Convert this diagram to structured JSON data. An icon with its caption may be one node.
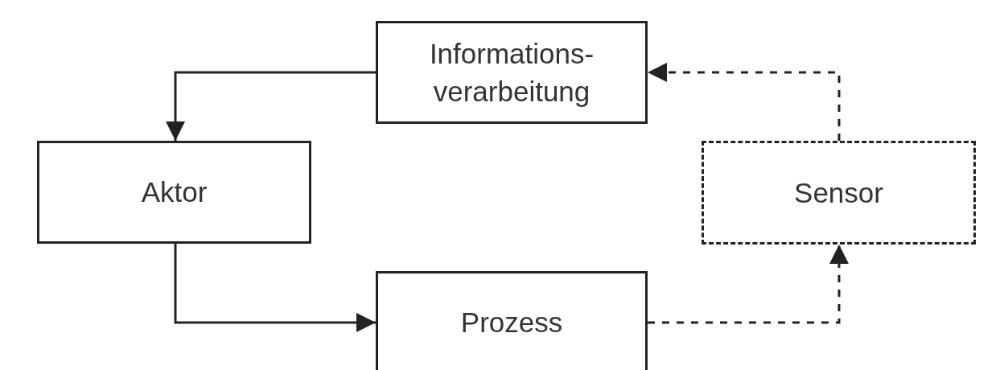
{
  "diagram": {
    "nodes": [
      {
        "text": [
          "Informations- verarbeitung"
        ]
      },
      {
        "text": [
          "Aktor"
        ]
      },
      {
        "text": [
          "Sensor"
        ]
      },
      {
        "text": [
          "Prozess"
        ]
      }
    ],
    "edges": [
      {
        "from": 0,
        "to": 1,
        "arrow": "to"
      },
      {
        "from": 1,
        "to": 3,
        "arrow": "to"
      },
      {
        "from": 3,
        "to": 2,
        "arrow": "to",
        "style": "dashed"
      },
      {
        "from": 2,
        "to": 0,
        "arrow": "to",
        "style": "dashed"
      }
    ]
  }
}
